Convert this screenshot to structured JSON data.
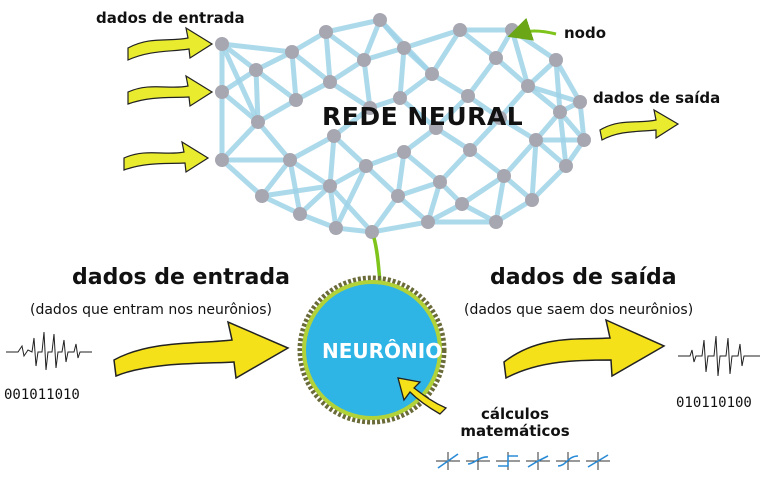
{
  "labels": {
    "input_top": "dados de entrada",
    "node": "nodo",
    "network_title": "REDE NEURAL",
    "output_top": "dados de saída",
    "input_main": "dados de entrada",
    "input_sub": "(dados que entram nos neurônios)",
    "output_main": "dados de saída",
    "output_sub": "(dados que saem dos neurônios)",
    "neuron": "NEURÔNIO",
    "calc_line1": "cálculos",
    "calc_line2": "matemáticos",
    "input_bits": "001011010",
    "output_bits": "010110100"
  },
  "colors": {
    "edge": "#9fd4e8",
    "node": "#a7a7b2",
    "neuron_fill": "#2fb4e6",
    "arrow_fill": "#f5e11a",
    "arrow_small_fill": "#e9ec2e",
    "green_arrow": "#7ec41a"
  },
  "icons": [
    "input-arrow-icon",
    "output-arrow-icon",
    "signal-waveform-icon",
    "math-graph-icon",
    "pointer-arrow-icon"
  ]
}
